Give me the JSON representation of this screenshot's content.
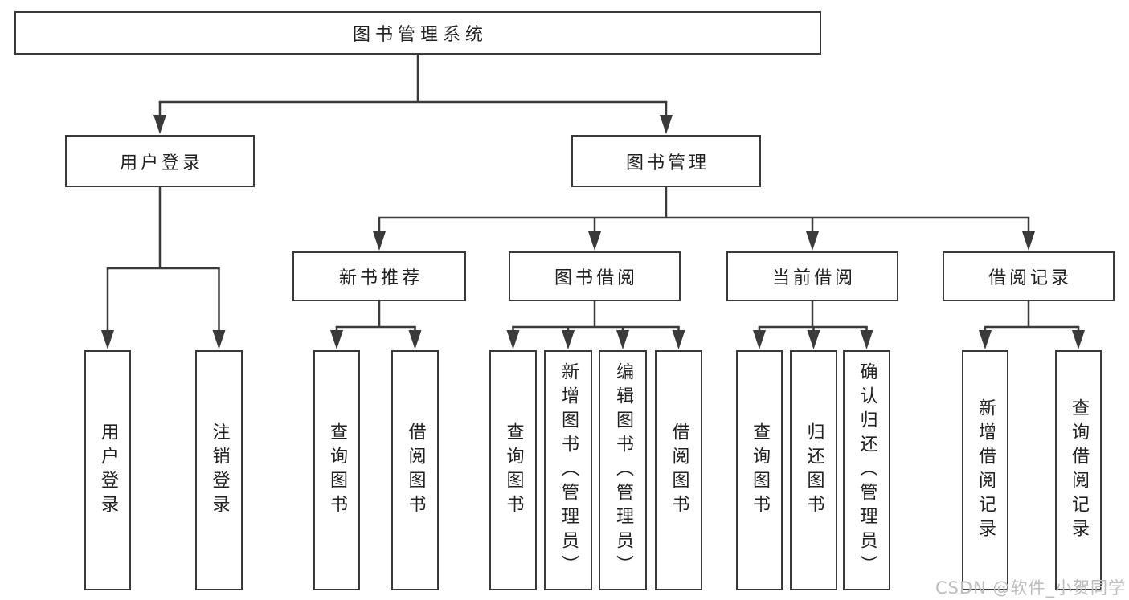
{
  "title": "图书管理系统",
  "branches": {
    "user": {
      "label": "用户登录",
      "children": [
        "用户登录",
        "注销登录"
      ]
    },
    "books": {
      "label": "图书管理",
      "groups": [
        {
          "label": "新书推荐",
          "children": [
            "查询图书",
            "借阅图书"
          ]
        },
        {
          "label": "图书借阅",
          "children": [
            "查询图书",
            "新增图书（管理员）",
            "编辑图书（管理员）",
            "借阅图书"
          ]
        },
        {
          "label": "当前借阅",
          "children": [
            "查询图书",
            "归还图书",
            "确认归还（管理员）"
          ]
        },
        {
          "label": "借阅记录",
          "children": [
            "新增借阅记录",
            "查询借阅记录"
          ]
        }
      ]
    }
  },
  "watermark": "CSDN @软件_小贺同学",
  "colors": {
    "line": "#3a3a3a",
    "text": "#212121",
    "watermark": "#bdbdbd",
    "background": "#ffffff"
  }
}
